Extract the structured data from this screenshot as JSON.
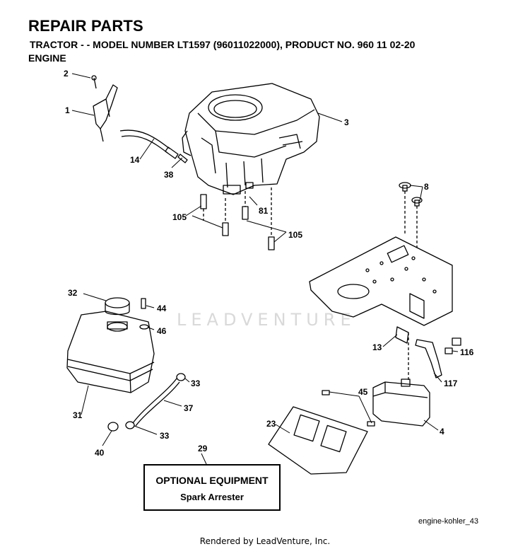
{
  "header": {
    "title": "REPAIR PARTS",
    "subtitle": "TRACTOR - - MODEL NUMBER  LT1597 (96011022000), PRODUCT NO. 960 11 02-20",
    "section": "ENGINE"
  },
  "callouts": {
    "c1": "1",
    "c2": "2",
    "c3": "3",
    "c4": "4",
    "c8": "8",
    "c13": "13",
    "c14": "14",
    "c23": "23",
    "c29": "29",
    "c31": "31",
    "c32": "32",
    "c33a": "33",
    "c33b": "33",
    "c37": "37",
    "c38": "38",
    "c40": "40",
    "c44": "44",
    "c45": "45",
    "c46": "46",
    "c81": "81",
    "c105a": "105",
    "c105b": "105",
    "c116": "116",
    "c117": "117"
  },
  "optional_box": {
    "title": "OPTIONAL EQUIPMENT",
    "item": "Spark Arrester"
  },
  "watermark": "LEADVENTURE",
  "diagram_id": "engine-kohler_43",
  "footer": "Rendered by LeadVenture, Inc."
}
